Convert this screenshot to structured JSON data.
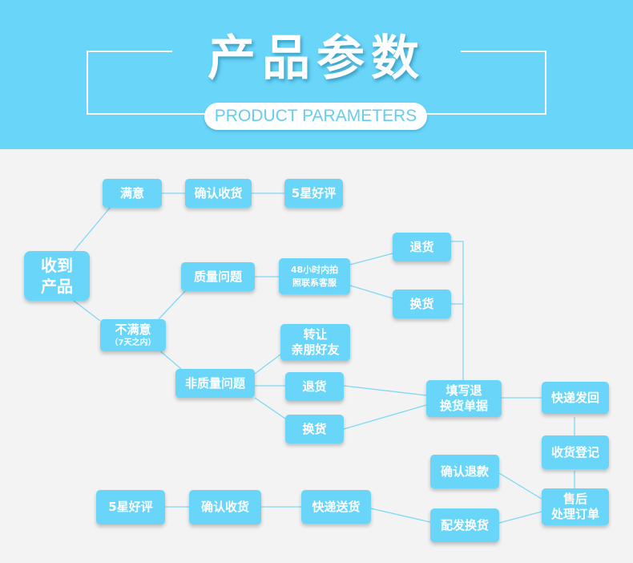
{
  "header": {
    "title": "产品参数",
    "subtitle": "PRODUCT PARAMETERS"
  },
  "nodes": {
    "receive": [
      "收到",
      "产品"
    ],
    "satisfied": "满意",
    "confirm_top": "确认收货",
    "review_top": "5星好评",
    "unsatisfied": "不满意",
    "unsatisfied_note": "（7天之内）",
    "quality": "质量问题",
    "contact": [
      "48小时内拍",
      "照联系客服"
    ],
    "return_a": "退货",
    "exchange_a": "换货",
    "non_quality": "非质量问题",
    "transfer": [
      "转让",
      "亲朋好友"
    ],
    "return_b": "退货",
    "exchange_b": "换货",
    "fill_form": [
      "填写退",
      "换货单据"
    ],
    "ship_back": "快递发回",
    "register": "收货登记",
    "aftersale": [
      "售后",
      "处理订单"
    ],
    "confirm_refund": "确认退款",
    "dispatch": "配发换货",
    "express": "快递送货",
    "confirm_bottom": "确认收货",
    "review_bottom": "5星好评"
  },
  "colors": {
    "header_bg": "#69d5f8",
    "node_bg": "#69d5f8",
    "line": "#7fd8f6",
    "page_bg": "#f3f3f3"
  }
}
